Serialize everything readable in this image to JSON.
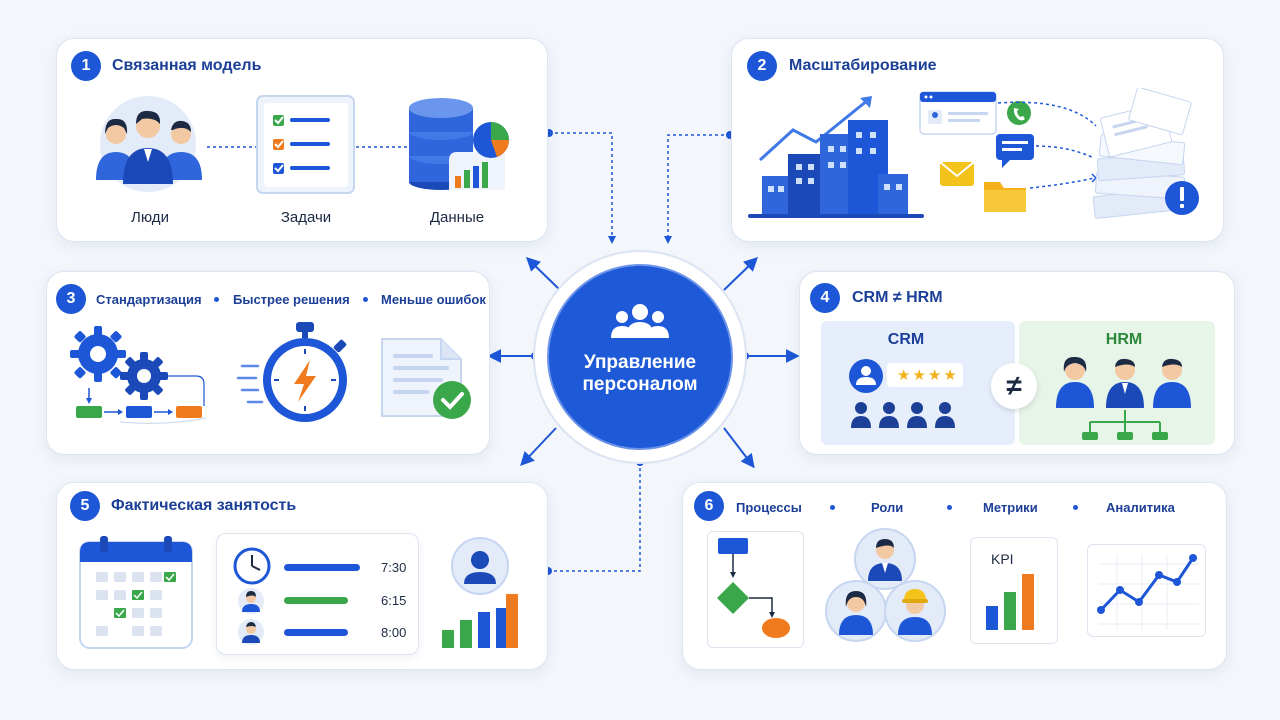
{
  "center": {
    "line1": "Управление",
    "line2": "персоналом",
    "icon": "team-icon"
  },
  "cards": {
    "c1": {
      "number": "1",
      "title": "Связанная модель",
      "items": [
        "Люди",
        "Задачи",
        "Данные"
      ]
    },
    "c2": {
      "number": "2",
      "title": "Масштабирование"
    },
    "c3": {
      "number": "3",
      "items": [
        "Стандартизация",
        "Быстрее решения",
        "Меньше ошибок"
      ]
    },
    "c4": {
      "number": "4",
      "title": "CRM ≠ HRM",
      "left_label": "CRM",
      "right_label": "HRM",
      "neq": "≠",
      "stars": "★★★★"
    },
    "c5": {
      "number": "5",
      "title": "Фактическая занятость",
      "times": [
        "7:30",
        "6:15",
        "8:00"
      ]
    },
    "c6": {
      "number": "6",
      "items": [
        "Процессы",
        "Роли",
        "Метрики",
        "Аналитика"
      ],
      "kpi": "KPI"
    }
  },
  "colors": {
    "primary": "#1d56d6",
    "title": "#1c3f98",
    "green": "#3aa84a",
    "orange": "#f07a1e",
    "yellow": "#f3c21b",
    "crm_bg": "#e6eefb",
    "hrm_bg": "#e7f4e8"
  }
}
